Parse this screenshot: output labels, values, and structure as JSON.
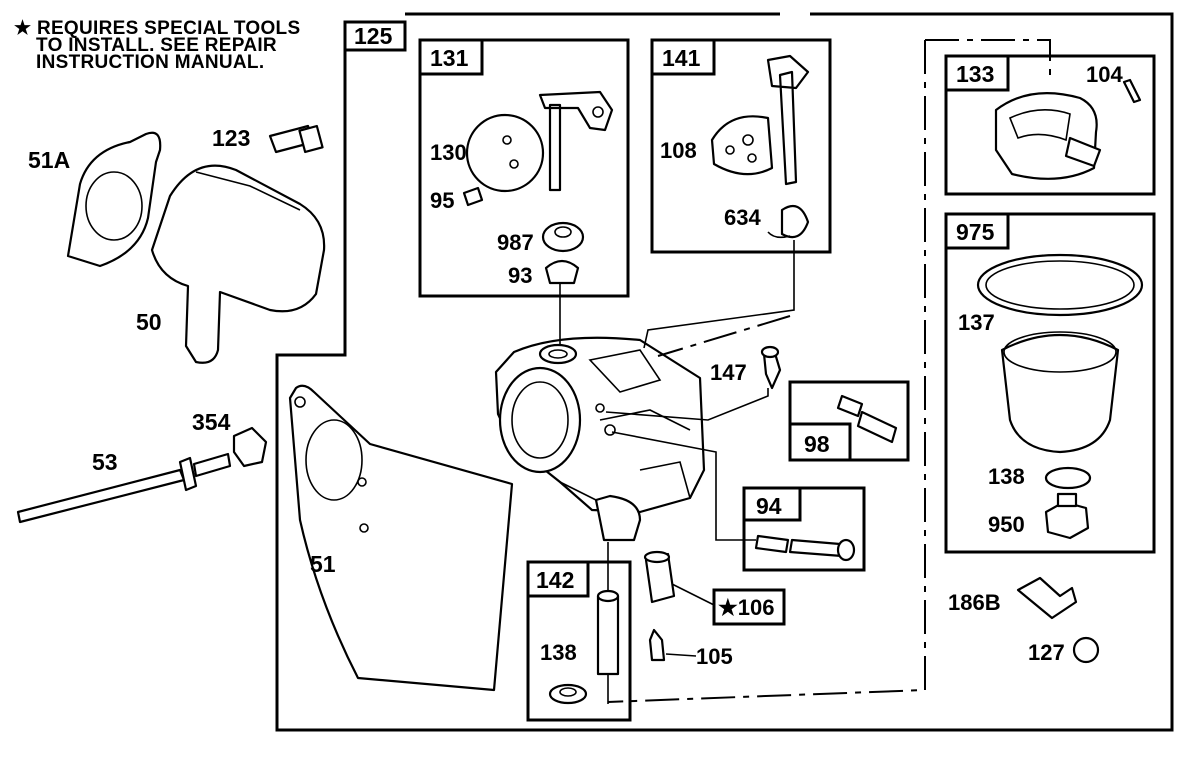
{
  "note": {
    "star": "★",
    "lines": [
      "REQUIRES SPECIAL TOOLS",
      "TO INSTALL.  SEE REPAIR",
      "INSTRUCTION MANUAL."
    ]
  },
  "kits": {
    "k125": "125",
    "k131": "131",
    "k141": "141",
    "k133": "133",
    "k975": "975",
    "k98": "98",
    "k94": "94",
    "k142": "142",
    "k106": "★106"
  },
  "parts": {
    "p51A": "51A",
    "p123": "123",
    "p50": "50",
    "p354": "354",
    "p53": "53",
    "p51": "51",
    "p130": "130",
    "p95": "95",
    "p987": "987",
    "p93": "93",
    "p108": "108",
    "p634": "634",
    "p104": "104",
    "p137": "137",
    "p138a": "138",
    "p950": "950",
    "p147": "147",
    "p186B": "186B",
    "p127": "127",
    "p138b": "138",
    "p105": "105"
  }
}
